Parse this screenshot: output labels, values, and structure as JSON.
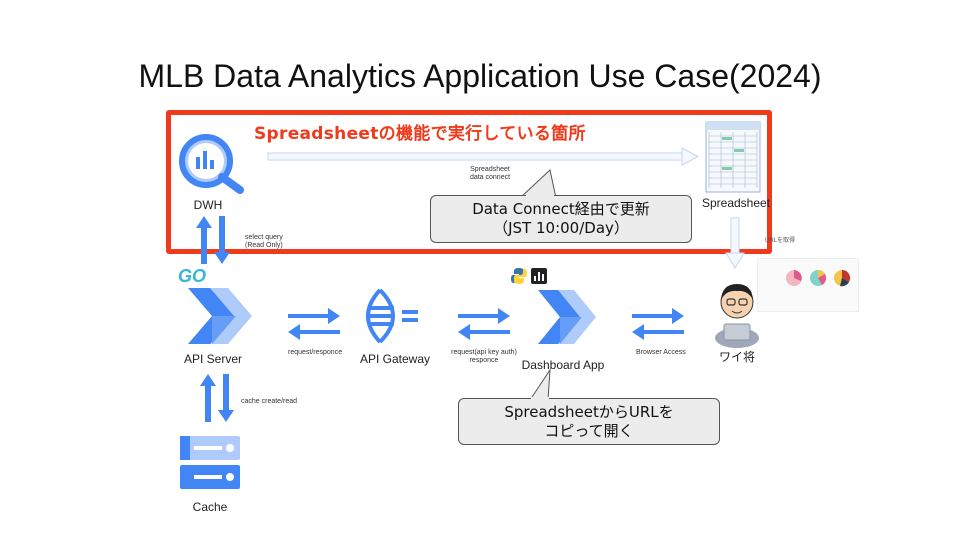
{
  "title": "MLB Data Analytics Application Use Case(2024)",
  "highlight_label": "Spreadsheetの機能で実行している箇所",
  "nodes": {
    "dwh": "DWH",
    "spreadsheet": "Spreadsheet",
    "api_server": "API Server",
    "api_gateway": "API Gateway",
    "dashboard_app": "Dashboard App",
    "user": "ワイ将",
    "cache": "Cache",
    "go_logo": "GO"
  },
  "edges": {
    "spreadsheet_connect": [
      "Spreadsheet",
      "data connect"
    ],
    "select_query": [
      "select query",
      "(Read Only)"
    ],
    "request_response": "request/responce",
    "request_api_key": [
      "request(api key auth)",
      "responce"
    ],
    "browser_access": "Browser Access",
    "cache_rw": "cache create/read",
    "url_get": "URLを取得"
  },
  "callouts": {
    "data_connect": [
      "Data Connect経由で更新",
      "（JST 10:00/Day）"
    ],
    "copy_url": [
      "SpreadsheetからURLを",
      "コピって開く"
    ]
  },
  "colors": {
    "accent_red": "#f03a1c",
    "gcp_blue": "#4285f4",
    "gcp_light_blue": "#aecbfa",
    "sheet_green": "#0f9d58"
  },
  "icons": [
    "bigquery-icon",
    "sheets-icon",
    "apigee-icon",
    "api-gateway-icon",
    "memorystore-icon",
    "python-icon",
    "dashboard-icon",
    "user-avatar-icon",
    "pie-chart-icon"
  ]
}
